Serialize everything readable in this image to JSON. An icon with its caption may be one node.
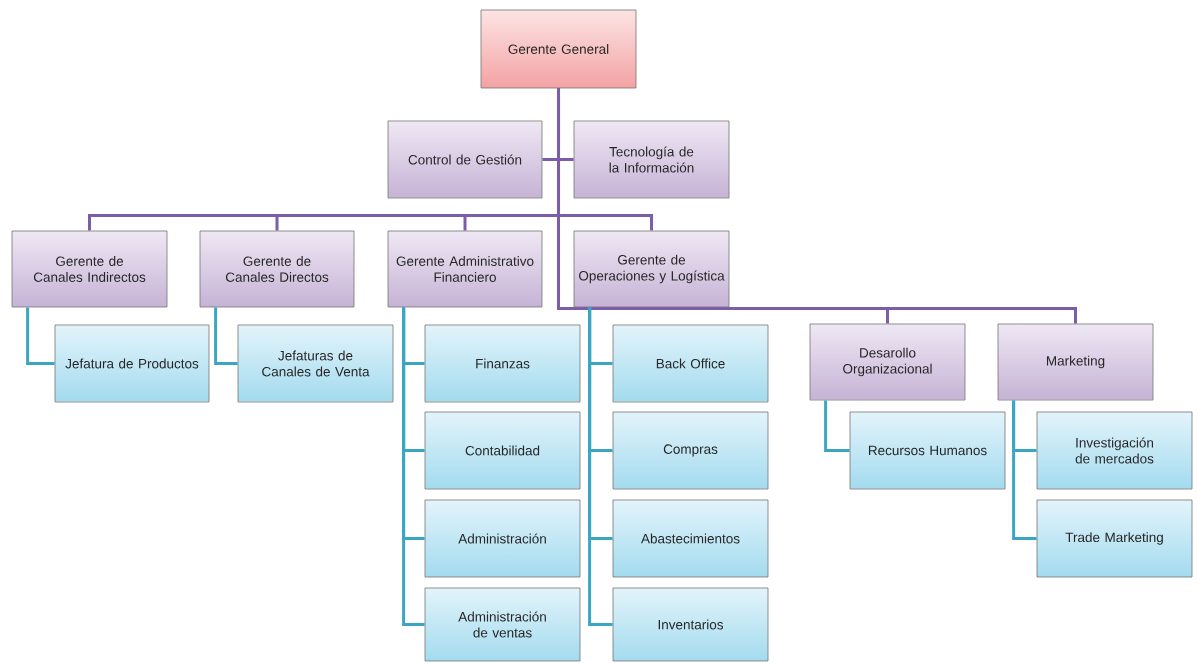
{
  "diagram": {
    "nodes": [
      {
        "text": [
          "Gerente General"
        ]
      },
      {
        "text": [
          "Control de Gestión"
        ]
      },
      {
        "text": [
          "Tecnología de la Información"
        ]
      },
      {
        "text": [
          "Gerente de Canales Indirectos"
        ]
      },
      {
        "text": [
          "Gerente de Canales Directos"
        ]
      },
      {
        "text": [
          "Gerente Administrativo Financiero"
        ]
      },
      {
        "text": [
          "Gerente de Operaciones y Logística"
        ]
      },
      {
        "text": [
          "Desarollo Organizacional"
        ]
      },
      {
        "text": [
          "Marketing"
        ]
      },
      {
        "text": [
          "Jefatura de Productos"
        ]
      },
      {
        "text": [
          "Jefaturas de Canales de Venta"
        ]
      },
      {
        "text": [
          "Finanzas"
        ]
      },
      {
        "text": [
          "Contabilidad"
        ]
      },
      {
        "text": [
          "Administración"
        ]
      },
      {
        "text": [
          "Administración de ventas"
        ]
      },
      {
        "text": [
          "Back Office"
        ]
      },
      {
        "text": [
          "Compras"
        ]
      },
      {
        "text": [
          "Abastecimientos"
        ]
      },
      {
        "text": [
          "Inventarios"
        ]
      },
      {
        "text": [
          "Recursos Humanos"
        ]
      },
      {
        "text": [
          "Investigación de mercados"
        ]
      },
      {
        "text": [
          "Trade Marketing"
        ]
      }
    ],
    "edges": [
      {
        "from": 0,
        "to": 1,
        "arrow": "none",
        "color": "#7b5ea7"
      },
      {
        "from": 0,
        "to": 2,
        "arrow": "none",
        "color": "#7b5ea7"
      },
      {
        "from": 0,
        "to": 3,
        "arrow": "none",
        "color": "#7b5ea7"
      },
      {
        "from": 0,
        "to": 4,
        "arrow": "none",
        "color": "#7b5ea7"
      },
      {
        "from": 0,
        "to": 5,
        "arrow": "none",
        "color": "#7b5ea7"
      },
      {
        "from": 0,
        "to": 6,
        "arrow": "none",
        "color": "#7b5ea7"
      },
      {
        "from": 0,
        "to": 7,
        "arrow": "none",
        "color": "#7b5ea7"
      },
      {
        "from": 0,
        "to": 8,
        "arrow": "none",
        "color": "#7b5ea7"
      },
      {
        "from": 3,
        "to": 9,
        "arrow": "none"
      },
      {
        "from": 4,
        "to": 10,
        "arrow": "none"
      },
      {
        "from": 5,
        "to": 11,
        "arrow": "none"
      },
      {
        "from": 5,
        "to": 12,
        "arrow": "none"
      },
      {
        "from": 5,
        "to": 13,
        "arrow": "none"
      },
      {
        "from": 5,
        "to": 14,
        "arrow": "none"
      },
      {
        "from": 6,
        "to": 15,
        "arrow": "none"
      },
      {
        "from": 6,
        "to": 16,
        "arrow": "none"
      },
      {
        "from": 6,
        "to": 17,
        "arrow": "none"
      },
      {
        "from": 6,
        "to": 18,
        "arrow": "none"
      },
      {
        "from": 7,
        "to": 19,
        "arrow": "none"
      },
      {
        "from": 8,
        "to": 20,
        "arrow": "none"
      },
      {
        "from": 8,
        "to": 21,
        "arrow": "none"
      }
    ]
  }
}
